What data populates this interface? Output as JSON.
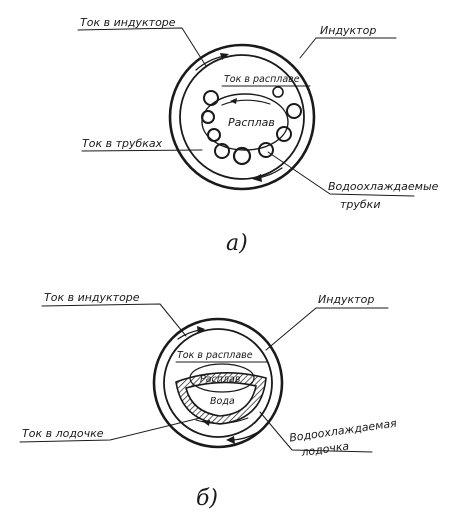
{
  "diagram_a": {
    "panel_label": "а)",
    "labels": {
      "current_in_inductor": "Ток в индукторе",
      "inductor": "Индуктор",
      "current_in_melt": "Ток в расплаве",
      "melt": "Расплав",
      "current_in_tubes": "Ток в трубках",
      "cooled_tubes_line1": "Водоохлаждаемые",
      "cooled_tubes_line2": "трубки"
    }
  },
  "diagram_b": {
    "panel_label": "б)",
    "labels": {
      "current_in_inductor": "Ток в индукторе",
      "inductor": "Индуктор",
      "current_in_melt": "Ток в расплаве",
      "melt": "Расплав",
      "water": "Вода",
      "current_in_boat": "Ток в лодочке",
      "cooled_boat_line1": "Водоохлаждаемая",
      "cooled_boat_line2": "лодочка"
    }
  }
}
